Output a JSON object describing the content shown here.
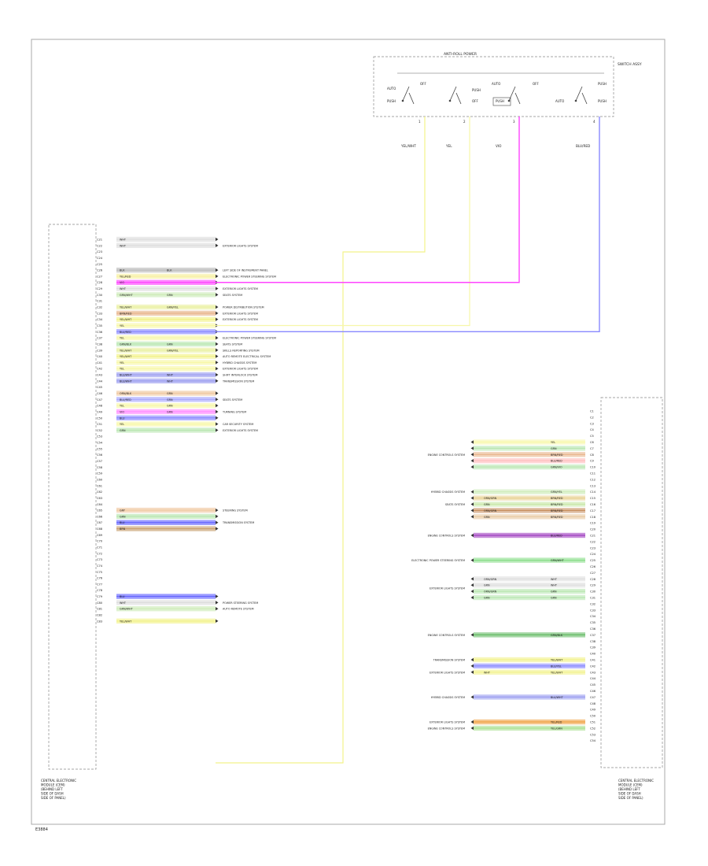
{
  "switch_panel": {
    "title": "ANTI-ROLL POWER",
    "side_label": "SWITCH ASSY",
    "labels": [
      "AUTO",
      "PUSH",
      "OFF",
      "PUSH",
      "OFF",
      "AUTO",
      "PUSH",
      "OFF",
      "AUTO",
      "PUSH",
      "PUSH"
    ],
    "pins": [
      "1",
      "2",
      "3",
      "4"
    ],
    "wires": [
      {
        "label": "YEL/WHT",
        "color": "#f2f28a"
      },
      {
        "label": "YEL",
        "color": "#f7f7a8"
      },
      {
        "label": "VIO",
        "color": "#ff44ff"
      },
      {
        "label": "BLU/RED",
        "color": "#8888ff"
      }
    ]
  },
  "left_module": {
    "caption": [
      "CENTRAL ELECTRONIC",
      "MODULE (CEM)",
      "(BEHIND LEFT",
      "SIDE OF DASH",
      "SIDE OF PANEL)"
    ],
    "rows": [
      {
        "pin": "C21",
        "wire": "WHT",
        "ws": "",
        "dest": "",
        "color": "#dddddd"
      },
      {
        "pin": "C22",
        "wire": "WHT",
        "ws": "",
        "dest": "EXTERIOR LIGHTS SYSTEM",
        "color": "#dddddd"
      },
      {
        "pin": "C23",
        "wire": "",
        "ws": "",
        "dest": "",
        "color": ""
      },
      {
        "pin": "C24",
        "wire": "",
        "ws": "",
        "dest": "",
        "color": ""
      },
      {
        "pin": "C25",
        "wire": "",
        "ws": "",
        "dest": "",
        "color": ""
      },
      {
        "pin": "C26",
        "wire": "BLK",
        "ws": "BLK",
        "dest": "LEFT SIDE OF INSTRUMENT PANEL",
        "color": "#bbbbbb"
      },
      {
        "pin": "C27",
        "wire": "YEL/RED",
        "ws": "",
        "dest": "ELECTRONIC POWER STEERING SYSTEM",
        "color": "#f7f0a0"
      },
      {
        "pin": "C28",
        "wire": "VIO",
        "ws": "",
        "dest": "",
        "color": "#ff44ff"
      },
      {
        "pin": "C29",
        "wire": "WHT",
        "ws": "",
        "dest": "EXTERIOR LIGHTS SYSTEM",
        "color": "#dddddd"
      },
      {
        "pin": "C30",
        "wire": "GRN/WHT",
        "ws": "GRN",
        "dest": "SEATS SYSTEM",
        "color": "#cdebb8"
      },
      {
        "pin": "C31",
        "wire": "",
        "ws": "",
        "dest": "",
        "color": ""
      },
      {
        "pin": "C32",
        "wire": "YEL/WHT",
        "ws": "GRN/YEL",
        "dest": "POWER DISTRIBUTION SYSTEM",
        "color": "#e9f0a0"
      },
      {
        "pin": "C33",
        "wire": "BRN/RED",
        "ws": "",
        "dest": "EXTERIOR LIGHTS SYSTEM",
        "color": "#e8b48a"
      },
      {
        "pin": "C34",
        "wire": "YEL/WHT",
        "ws": "",
        "dest": "EXTERIOR LIGHTS SYSTEM",
        "color": "#f2f28a"
      },
      {
        "pin": "C35",
        "wire": "YEL",
        "ws": "",
        "dest": "",
        "color": "#f7f7a8"
      },
      {
        "pin": "C36",
        "wire": "BLU/RED",
        "ws": "",
        "dest": "",
        "color": "#8888ff"
      },
      {
        "pin": "C37",
        "wire": "YEL",
        "ws": "",
        "dest": "ELECTRONIC POWER STEERING SYSTEM",
        "color": "#f7f7a8"
      },
      {
        "pin": "C38",
        "wire": "GRN/BLK",
        "ws": "GRN",
        "dest": "SEATS SYSTEM",
        "color": "#b8e6b0"
      },
      {
        "pin": "C39",
        "wire": "YEL/WHT",
        "ws": "GRN/YEL",
        "dest": "SKILLS REPORTING SYSTEM",
        "color": "#e9f0a0"
      },
      {
        "pin": "C40",
        "wire": "YEL/WHT",
        "ws": "",
        "dest": "AUTO REMOTE ELECTRICAL SYSTEM",
        "color": "#f2f28a"
      },
      {
        "pin": "C41",
        "wire": "YEL",
        "ws": "",
        "dest": "HYBRID CHASSIS SYSTEM",
        "color": "#f7f7a8"
      },
      {
        "pin": "C42",
        "wire": "YEL",
        "ws": "",
        "dest": "EXTERIOR LIGHTS SYSTEM",
        "color": "#f7f7a8"
      },
      {
        "pin": "C43",
        "wire": "BLU/WHT",
        "ws": "WHT",
        "dest": "SHIFT INTERLOCK SYSTEM",
        "color": "#9a9cf0"
      },
      {
        "pin": "C44",
        "wire": "BLU/WHT",
        "ws": "WHT",
        "dest": "TRANSMISSION SYSTEM",
        "color": "#9a9cf0"
      },
      {
        "pin": "C45",
        "wire": "",
        "ws": "",
        "dest": "",
        "color": ""
      },
      {
        "pin": "C46",
        "wire": "ORN/BLK",
        "ws": "GRN",
        "dest": "",
        "color": "#f0c8a0"
      },
      {
        "pin": "C47",
        "wire": "BLU/RED",
        "ws": "GRN",
        "dest": "SEATS SYSTEM",
        "color": "#a8a8ff"
      },
      {
        "pin": "C48",
        "wire": "YEL",
        "ws": "GRN",
        "dest": "",
        "color": "#f7f7a8"
      },
      {
        "pin": "C49",
        "wire": "VIO",
        "ws": "GRN",
        "dest": "TURNING SYSTEM",
        "color": "#ff88ff"
      },
      {
        "pin": "C50",
        "wire": "BLU",
        "ws": "",
        "dest": "",
        "color": "#8888ff"
      },
      {
        "pin": "C51",
        "wire": "YEL",
        "ws": "",
        "dest": "CAR SECURITY SYSTEM",
        "color": "#f7f7a8"
      },
      {
        "pin": "C52",
        "wire": "GRN",
        "ws": "",
        "dest": "EXTERIOR LIGHTS SYSTEM",
        "color": "#b8e6b0"
      },
      {
        "pin": "C53",
        "wire": "",
        "ws": "",
        "dest": "",
        "color": ""
      },
      {
        "pin": "C54",
        "wire": "",
        "ws": "",
        "dest": "",
        "color": ""
      },
      {
        "pin": "C55",
        "wire": "",
        "ws": "",
        "dest": "",
        "color": ""
      },
      {
        "pin": "C56",
        "wire": "",
        "ws": "",
        "dest": "",
        "color": ""
      },
      {
        "pin": "C57",
        "wire": "",
        "ws": "",
        "dest": "",
        "color": ""
      },
      {
        "pin": "C58",
        "wire": "",
        "ws": "",
        "dest": "",
        "color": ""
      },
      {
        "pin": "C59",
        "wire": "",
        "ws": "",
        "dest": "",
        "color": ""
      },
      {
        "pin": "C60",
        "wire": "",
        "ws": "",
        "dest": "",
        "color": ""
      },
      {
        "pin": "C61",
        "wire": "",
        "ws": "",
        "dest": "",
        "color": ""
      },
      {
        "pin": "C62",
        "wire": "",
        "ws": "",
        "dest": "",
        "color": ""
      },
      {
        "pin": "C63",
        "wire": "",
        "ws": "",
        "dest": "",
        "color": ""
      },
      {
        "pin": "C64",
        "wire": "",
        "ws": "",
        "dest": "",
        "color": ""
      },
      {
        "pin": "C65",
        "wire": "GRY",
        "ws": "",
        "dest": "STEERING SYSTEM",
        "color": "#f0c8a0"
      },
      {
        "pin": "C66",
        "wire": "GRN",
        "ws": "",
        "dest": "",
        "color": "#b8e6b0"
      },
      {
        "pin": "C67",
        "wire": "BLU",
        "ws": "",
        "dest": "TRANSMISSION SYSTEM",
        "color": "#6666ff"
      },
      {
        "pin": "C68",
        "wire": "BRN",
        "ws": "",
        "dest": "",
        "color": "#c8a070"
      },
      {
        "pin": "C69",
        "wire": "",
        "ws": "",
        "dest": "",
        "color": ""
      },
      {
        "pin": "C70",
        "wire": "",
        "ws": "",
        "dest": "",
        "color": ""
      },
      {
        "pin": "C71",
        "wire": "",
        "ws": "",
        "dest": "",
        "color": ""
      },
      {
        "pin": "C72",
        "wire": "",
        "ws": "",
        "dest": "",
        "color": ""
      },
      {
        "pin": "C73",
        "wire": "",
        "ws": "",
        "dest": "",
        "color": ""
      },
      {
        "pin": "C74",
        "wire": "",
        "ws": "",
        "dest": "",
        "color": ""
      },
      {
        "pin": "C75",
        "wire": "",
        "ws": "",
        "dest": "",
        "color": ""
      },
      {
        "pin": "C76",
        "wire": "",
        "ws": "",
        "dest": "",
        "color": ""
      },
      {
        "pin": "C77",
        "wire": "",
        "ws": "",
        "dest": "",
        "color": ""
      },
      {
        "pin": "C78",
        "wire": "",
        "ws": "",
        "dest": "",
        "color": ""
      },
      {
        "pin": "C79",
        "wire": "BLU",
        "ws": "",
        "dest": "",
        "color": "#6666ff"
      },
      {
        "pin": "C80",
        "wire": "WHT",
        "ws": "",
        "dest": "POWER STEERING SYSTEM",
        "color": "#dddddd"
      },
      {
        "pin": "C81",
        "wire": "GRN/WHT",
        "ws": "",
        "dest": "AUTO REMOTE SYSTEM",
        "color": "#cdebb8"
      },
      {
        "pin": "C82",
        "wire": "",
        "ws": "",
        "dest": "",
        "color": ""
      },
      {
        "pin": "C83",
        "wire": "YEL/WHT",
        "ws": "",
        "dest": "",
        "color": "#f2f28a"
      }
    ]
  },
  "right_module": {
    "caption": [
      "CENTRAL ELECTRONIC",
      "MODULE (CEM)",
      "(BEHIND LEFT",
      "SIDE OF DASH",
      "SIDE OF PANEL)"
    ],
    "pins": [
      "C1",
      "C2",
      "C3",
      "C4",
      "C5",
      "C6",
      "C7",
      "C8",
      "C9",
      "C10",
      "C11",
      "C12",
      "C13",
      "C14",
      "C15",
      "C16",
      "C17",
      "C18",
      "C19",
      "C20",
      "C21",
      "C22",
      "C23",
      "C24",
      "C25",
      "C26",
      "C27",
      "C28",
      "C29",
      "C30",
      "C31",
      "C32",
      "C33",
      "C34",
      "C35",
      "C36",
      "C37",
      "C38",
      "C39",
      "C40",
      "C41",
      "C42",
      "C43",
      "C44",
      "C45",
      "C46",
      "C47",
      "C48",
      "C49",
      "C50",
      "C51",
      "C52",
      "C53",
      "C54"
    ],
    "rows": [
      {
        "slot": 5,
        "wire": "YEL",
        "ws": "",
        "color": "#f7f7a8"
      },
      {
        "slot": 6,
        "wire": "GRN",
        "ws": "",
        "color": "#b8e6b0"
      },
      {
        "slot": 7,
        "wire": "BRN/RED",
        "ws": "",
        "color": "#e8b48a"
      },
      {
        "slot": 8,
        "wire": "BLU/RED",
        "ws": "",
        "color": "#ffbbbb"
      },
      {
        "slot": 9,
        "wire": "GRN/VIO",
        "ws": "",
        "color": "#b8e6b0"
      },
      {
        "slot": 13,
        "wire": "GRN/YEL",
        "ws": "",
        "color": "#cdebb8"
      },
      {
        "slot": 14,
        "wire": "BRN/RED",
        "ws": "ORN/GRN",
        "color": "#e8d090"
      },
      {
        "slot": 15,
        "wire": "BRN/RED",
        "ws": "GRN",
        "color": "#c8e8a8"
      },
      {
        "slot": 16,
        "wire": "BRN/RED",
        "ws": "ORN/GRN",
        "color": "#c89060"
      },
      {
        "slot": 17,
        "wire": "BRN/RED",
        "ws": "GRN",
        "color": "#e8c8a0"
      },
      {
        "slot": 20,
        "wire": "BLU/RED",
        "ws": "",
        "color": "#a040c0"
      },
      {
        "slot": 24,
        "wire": "GRN/WHT",
        "ws": "",
        "color": "#88dd88"
      },
      {
        "slot": 27,
        "wire": "WHT",
        "ws": "ORN/GRN",
        "color": "#dddddd"
      },
      {
        "slot": 28,
        "wire": "WHT",
        "ws": "GRN",
        "color": "#dddddd"
      },
      {
        "slot": 29,
        "wire": "GRN",
        "ws": "ORN/GRN",
        "color": "#b8e6b0"
      },
      {
        "slot": 30,
        "wire": "GRN",
        "ws": "GRN",
        "color": "#b8e6b0"
      },
      {
        "slot": 36,
        "wire": "GRN/BLK",
        "ws": "",
        "color": "#66bb66"
      },
      {
        "slot": 40,
        "wire": "YEL/WHT",
        "ws": "",
        "color": "#f2f28a"
      },
      {
        "slot": 41,
        "wire": "BLU/YEL",
        "ws": "",
        "color": "#8888ff"
      },
      {
        "slot": 42,
        "wire": "YEL/WHT",
        "ws": "WHT",
        "color": "#f2f28a"
      },
      {
        "slot": 46,
        "wire": "BLU/WHT",
        "ws": "",
        "color": "#9a9cf0"
      },
      {
        "slot": 50,
        "wire": "YEL/RED",
        "ws": "",
        "color": "#f0a040"
      },
      {
        "slot": 51,
        "wire": "YEL/GRN",
        "ws": "",
        "color": "#a8e090"
      }
    ],
    "groups": [
      {
        "from": 5,
        "to": 9,
        "label": "ENGINE CONTROLS SYSTEM"
      },
      {
        "from": 13,
        "to": 13,
        "label": "HYBRID CHASSIS SYSTEM"
      },
      {
        "from": 15,
        "to": 15,
        "label": "SEATS SYSTEM"
      },
      {
        "from": 20,
        "to": 20,
        "label": "ENGINE CONTROLS SYSTEM"
      },
      {
        "from": 24,
        "to": 24,
        "label": "ELECTRONIC POWER STEERING SYSTEM"
      },
      {
        "from": 27,
        "to": 30,
        "label": "EXTERIOR LIGHTS SYSTEM"
      },
      {
        "from": 36,
        "to": 36,
        "label": "ENGINE CONTROLS SYSTEM"
      },
      {
        "from": 40,
        "to": 40,
        "label": "TRANSMISSION SYSTEM"
      },
      {
        "from": 42,
        "to": 42,
        "label": "EXTERIOR LIGHTS SYSTEM"
      },
      {
        "from": 46,
        "to": 46,
        "label": "HYBRID CHASSIS SYSTEM"
      },
      {
        "from": 50,
        "to": 50,
        "label": "EXTERIOR LIGHTS SYSTEM"
      },
      {
        "from": 51,
        "to": 51,
        "label": "ENGINE CONTROLS SYSTEM"
      }
    ]
  },
  "footer": {
    "code": "E3884"
  }
}
